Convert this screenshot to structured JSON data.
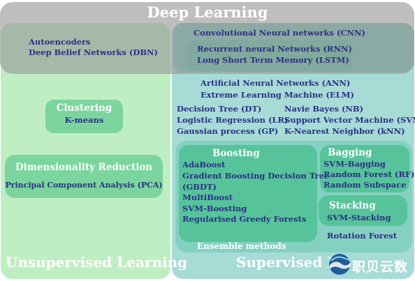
{
  "deep_learning": {
    "title": "Deep Learning",
    "autoencoders": "Autoencoders",
    "dbn": "Deep Belief Networks (DBN)",
    "cnn": "Convolutional Neural networks (CNN)",
    "rnn": "Recurrent neural Networks (RNN)",
    "lstm": "Long Short Term Memory (LSTM)"
  },
  "unsupervised": {
    "title": "Unsupervised Learning",
    "clustering": {
      "title": "Clustering",
      "item": "K-means"
    },
    "dimensionality": {
      "title": "Dimensionality Reduction",
      "item": "Principal Component Analysis (PCA)"
    }
  },
  "supervised": {
    "title": "Supervised L",
    "ann": "Artificial Neural Networks (ANN)",
    "elm": "Extreme Learning Machine (ELM)",
    "left_methods": [
      "Decision Tree (DT)",
      "Logistic Regression (LR)",
      "Gaussian process (GP)"
    ],
    "right_methods": [
      "Navie Bayes (NB)",
      "Support Vector Machine (SVM)",
      "K-Nearest Neighbor (kNN)"
    ],
    "ensemble": {
      "label": "Ensemble methods",
      "boosting": {
        "title": "Boosting",
        "items": [
          "AdaBoost",
          "Gradient Boosting Decision Tree",
          "(GBDT)",
          "MultiBoost",
          "SVM-Boosting",
          "Regularised Greedy Forests"
        ]
      },
      "bagging": {
        "title": "Bagging",
        "items": [
          "SVM-Bagging",
          "Random Forest (RF)",
          "Random Subspace"
        ]
      },
      "stacking": {
        "title": "Stacking",
        "items": [
          "SVM-Stacking"
        ]
      },
      "rotation_forest": "Rotation Forest"
    }
  },
  "logo": {
    "text": "职贝云数"
  },
  "colors": {
    "unsupervised_bg": "#bfeec2",
    "supervised_bg": "#a6dbd6",
    "deep_learning_overlay": "#969696",
    "box_green": "#57c39b",
    "text_navy": "#2b2f86"
  }
}
